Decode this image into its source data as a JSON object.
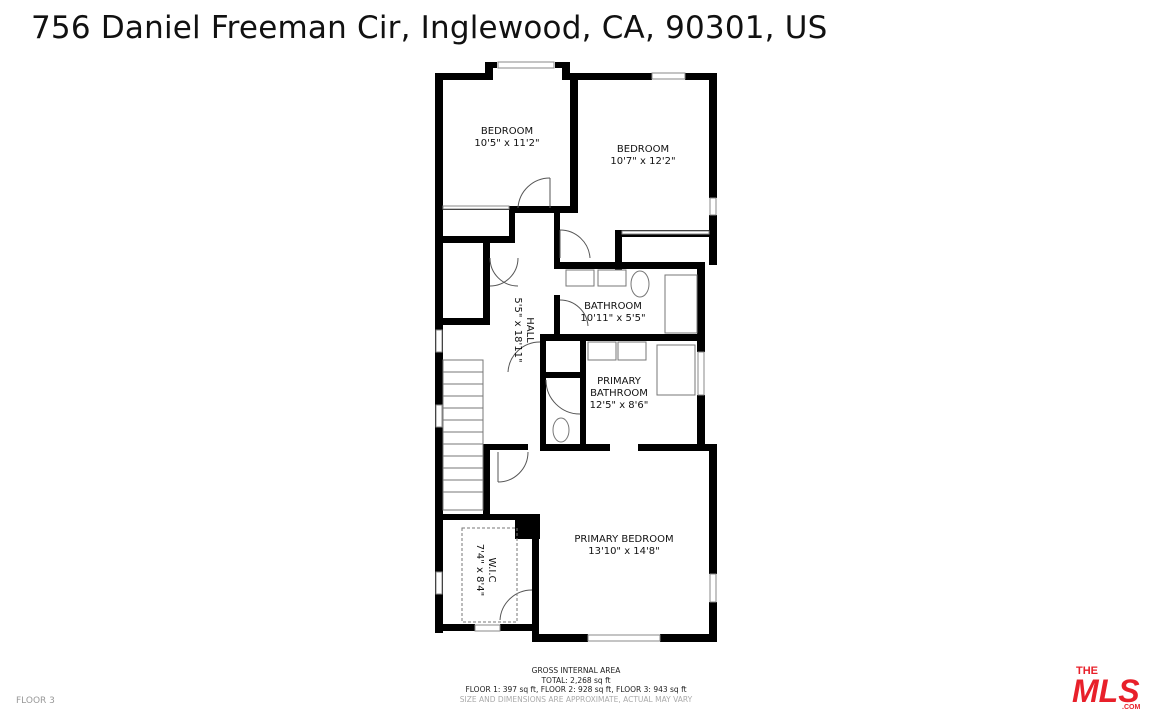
{
  "header": {
    "address": "756 Daniel Freeman Cir, Inglewood, CA, 90301, US"
  },
  "rooms": [
    {
      "name": "BEDROOM",
      "dims": "10'5\" x 11'2\""
    },
    {
      "name": "BEDROOM",
      "dims": "10'7\" x 12'2\""
    },
    {
      "name": "BATHROOM",
      "dims": "10'11\" x 5'5\""
    },
    {
      "name": "HALL",
      "dims": "5'5\" x 18'11\""
    },
    {
      "name_line1": "PRIMARY",
      "name_line2": "BATHROOM",
      "dims": "12'5\" x 8'6\""
    },
    {
      "name": "PRIMARY BEDROOM",
      "dims": "13'10\" x 14'8\""
    },
    {
      "name": "W.I.C",
      "dims": "7'4\" x 8'4\""
    }
  ],
  "footer": {
    "heading": "GROSS INTERNAL AREA",
    "total": "TOTAL: 2,268 sq ft",
    "floors": "FLOOR 1: 397 sq ft, FLOOR 2: 928 sq ft, FLOOR 3: 943 sq ft",
    "disclaimer": "SIZE AND DIMENSIONS ARE APPROXIMATE, ACTUAL MAY VARY"
  },
  "floor_label": "FLOOR 3",
  "logo": {
    "line1": "THE",
    "line2": "MLS",
    "line3": ".COM",
    "color": "#e8202a"
  },
  "colors": {
    "wall": "#000000",
    "fixture": "#888888",
    "background": "#ffffff"
  }
}
